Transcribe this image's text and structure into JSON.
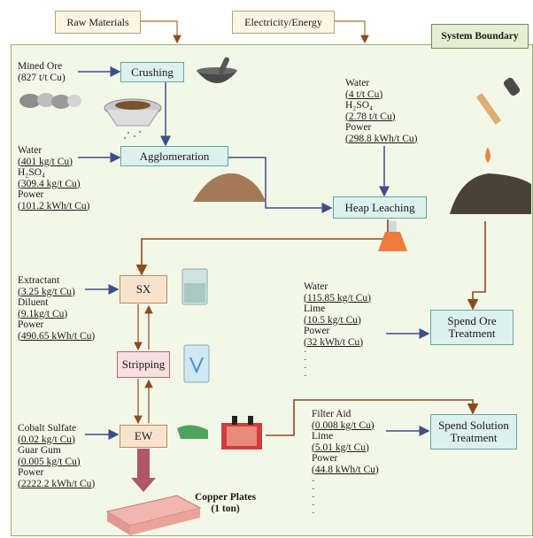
{
  "headers": {
    "raw_materials": "Raw Materials",
    "electricity": "Electricity/Energy",
    "system_boundary": "System Boundary"
  },
  "boxes": {
    "crushing": "Crushing",
    "agglomeration": "Agglomeration",
    "heap_leaching": "Heap Leaching",
    "sx": "SX",
    "stripping": "Stripping",
    "ew": "EW",
    "spend_ore": "Spend Ore Treatment",
    "spend_solution": "Spend Solution Treatment"
  },
  "inputs": {
    "mined_ore": {
      "name": "Mined Ore",
      "amount": "(827 t/t Cu)"
    },
    "agglomeration": {
      "water": "Water",
      "water_amt": "(401 kg/t Cu)",
      "h2so4": "H₂SO₄",
      "h2so4_amt": "(309.4 kg/t Cu)",
      "power": "Power",
      "power_amt": "(101.2 kWh/t Cu)"
    },
    "heap": {
      "water": "Water",
      "water_amt": "(4 t/t Cu)",
      "h2so4": "H₂SO₄",
      "h2so4_amt": "(2.78 t/t Cu)",
      "power": "Power",
      "power_amt": "(298.8 kWh/t Cu)"
    },
    "sx": {
      "extractant": "Extractant",
      "extractant_amt": "(3.25 kg/t Cu)",
      "diluent": "Diluent",
      "diluent_amt": "(9.1kg/t Cu)",
      "power": "Power",
      "power_amt": "(490.65 kWh/t Cu)"
    },
    "ew": {
      "cobalt": "Cobalt Sulfate",
      "cobalt_amt": "(0.02 kg/t Cu)",
      "guar": "Guar Gum",
      "guar_amt": "(0.005 kg/t Cu)",
      "power": "Power",
      "power_amt": "(2222.2  kWh/t Cu)"
    },
    "spend_ore": {
      "water": "Water",
      "water_amt": "(115.85 kg/t Cu)",
      "lime": "Lime",
      "lime_amt": "(10.5 kg/t Cu)",
      "power": "Power",
      "power_amt": "(32 kWh/t Cu)"
    },
    "spend_solution": {
      "filter": "Filter Aid",
      "filter_amt": "(0.008 kg/t Cu)",
      "lime": "Lime",
      "lime_amt": "(5.01 kg/t Cu)",
      "power": "Power",
      "power_amt": "(44.8 kWh/t Cu)"
    }
  },
  "output": {
    "line1": "Copper Plates",
    "line2": "(1 ton)"
  },
  "colors": {
    "blue_arrow": "#3d4f8a",
    "brown_arrow": "#8a4b1e",
    "pink_arrow": "#b0566a",
    "boundary_fill": "#f3f7e7"
  },
  "icons": [
    "mortar-pestle-icon",
    "ore-rocks-icon",
    "sieve-icon",
    "soil-pile-icon",
    "dropper-icon",
    "ore-heap-icon",
    "flask-icon",
    "beaker-icon",
    "stirred-beaker-icon",
    "electrowinning-cell-icon",
    "copper-plates-icon"
  ]
}
